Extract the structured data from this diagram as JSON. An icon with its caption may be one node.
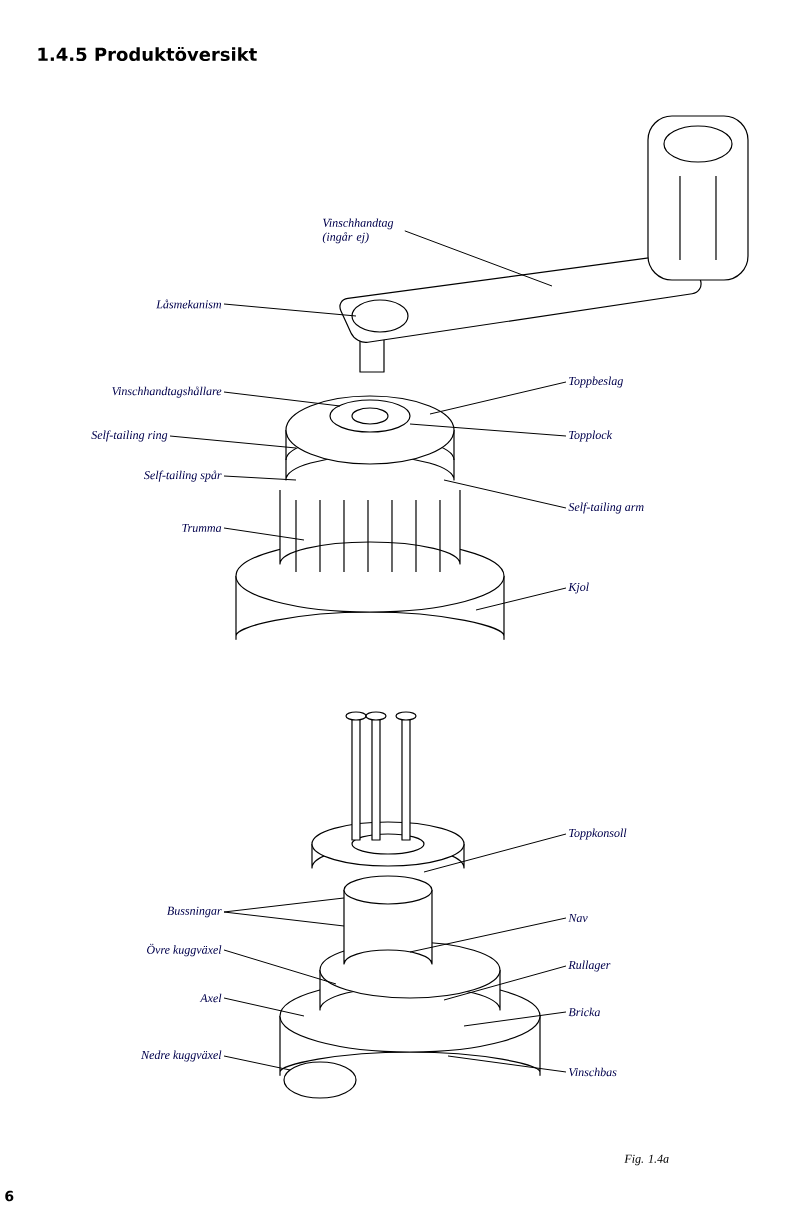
{
  "diagram": {
    "title": "1.4.5 Produktöversikt",
    "caption": "Fig. 1.4a",
    "nodes": [
      {
        "text": [
          "Vinschhandtag (ingår ej)"
        ]
      },
      {
        "text": [
          "Låsmekanism"
        ]
      },
      {
        "text": [
          "Vinschhandtagshållare"
        ]
      },
      {
        "text": [
          "Toppbeslag"
        ]
      },
      {
        "text": [
          "Self-tailing ring"
        ]
      },
      {
        "text": [
          "Topplock"
        ]
      },
      {
        "text": [
          "Self-tailing spår"
        ]
      },
      {
        "text": [
          "Self-tailing arm"
        ]
      },
      {
        "text": [
          "Trumma"
        ]
      },
      {
        "text": [
          "Kjol"
        ]
      },
      {
        "text": [
          "Toppkonsoll"
        ]
      },
      {
        "text": [
          "Bussningar"
        ]
      },
      {
        "text": [
          "Nav"
        ]
      },
      {
        "text": [
          "Övre kuggväxel"
        ]
      },
      {
        "text": [
          "Rullager"
        ]
      },
      {
        "text": [
          "Axel"
        ]
      },
      {
        "text": [
          "Bricka"
        ]
      },
      {
        "text": [
          "Nedre kuggväxel"
        ]
      },
      {
        "text": [
          "Vinschbas"
        ]
      }
    ],
    "edges": [
      {
        "from": 0,
        "to": null,
        "arrow": "none"
      },
      {
        "from": 1,
        "to": null,
        "arrow": "none"
      },
      {
        "from": 2,
        "to": null,
        "arrow": "none"
      },
      {
        "from": 3,
        "to": null,
        "arrow": "none"
      },
      {
        "from": 4,
        "to": null,
        "arrow": "none"
      },
      {
        "from": 5,
        "to": null,
        "arrow": "none"
      },
      {
        "from": 6,
        "to": null,
        "arrow": "none"
      },
      {
        "from": 7,
        "to": null,
        "arrow": "none"
      },
      {
        "from": 8,
        "to": null,
        "arrow": "none"
      },
      {
        "from": 9,
        "to": null,
        "arrow": "none"
      },
      {
        "from": 10,
        "to": null,
        "arrow": "none"
      },
      {
        "from": 11,
        "to": null,
        "arrow": "none"
      },
      {
        "from": 11,
        "to": null,
        "arrow": "none"
      },
      {
        "from": 12,
        "to": null,
        "arrow": "none"
      },
      {
        "from": 13,
        "to": null,
        "arrow": "none"
      },
      {
        "from": 14,
        "to": null,
        "arrow": "none"
      },
      {
        "from": 15,
        "to": null,
        "arrow": "none"
      },
      {
        "from": 16,
        "to": null,
        "arrow": "none"
      },
      {
        "from": 17,
        "to": null,
        "arrow": "none"
      },
      {
        "from": 18,
        "to": null,
        "arrow": "none"
      }
    ],
    "labels": [
      "6"
    ]
  }
}
